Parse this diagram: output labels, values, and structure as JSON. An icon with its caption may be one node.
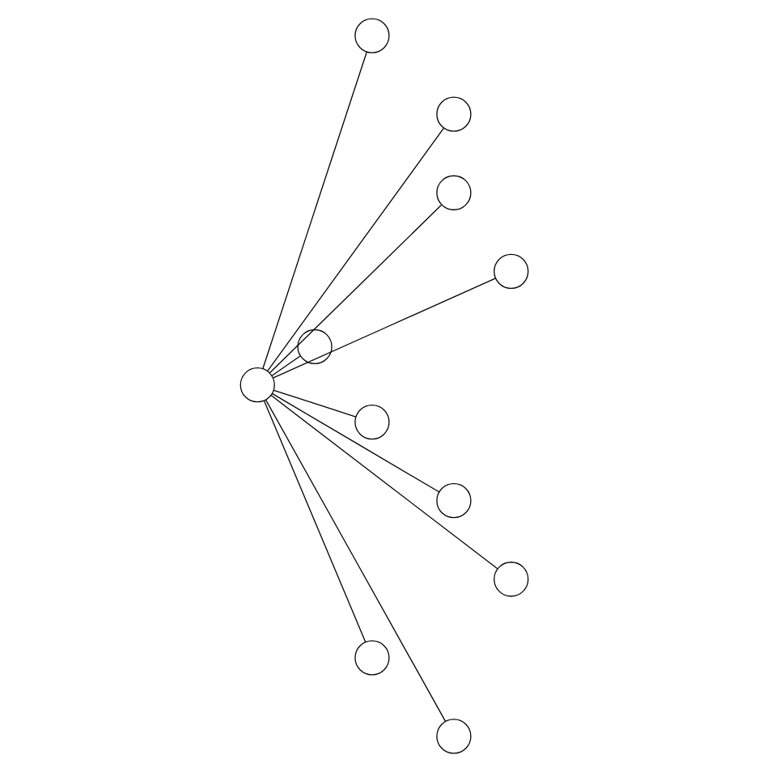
{
  "diagram": {
    "nodes": [
      {
        "text": [],
        "shape": "circle"
      },
      {
        "text": [],
        "shape": "circle"
      },
      {
        "text": [],
        "shape": "circle"
      },
      {
        "text": [],
        "shape": "circle"
      },
      {
        "text": [],
        "shape": "circle"
      },
      {
        "text": [],
        "shape": "circle"
      },
      {
        "text": [],
        "shape": "circle"
      },
      {
        "text": [],
        "shape": "circle"
      },
      {
        "text": [],
        "shape": "circle"
      },
      {
        "text": [],
        "shape": "circle"
      },
      {
        "text": [],
        "shape": "circle"
      }
    ],
    "edges": [
      {
        "from": 4,
        "to": 0,
        "arrow": "none"
      },
      {
        "from": 4,
        "to": 1,
        "arrow": "none"
      },
      {
        "from": 4,
        "to": 2,
        "arrow": "none"
      },
      {
        "from": 4,
        "to": 3,
        "arrow": "none"
      },
      {
        "from": 4,
        "to": 5,
        "arrow": "none"
      },
      {
        "from": 4,
        "to": 6,
        "arrow": "none"
      },
      {
        "from": 4,
        "to": 7,
        "arrow": "none"
      },
      {
        "from": 4,
        "to": 8,
        "arrow": "none"
      },
      {
        "from": 4,
        "to": 9,
        "arrow": "none"
      },
      {
        "from": 4,
        "to": 10,
        "arrow": "none"
      }
    ]
  }
}
